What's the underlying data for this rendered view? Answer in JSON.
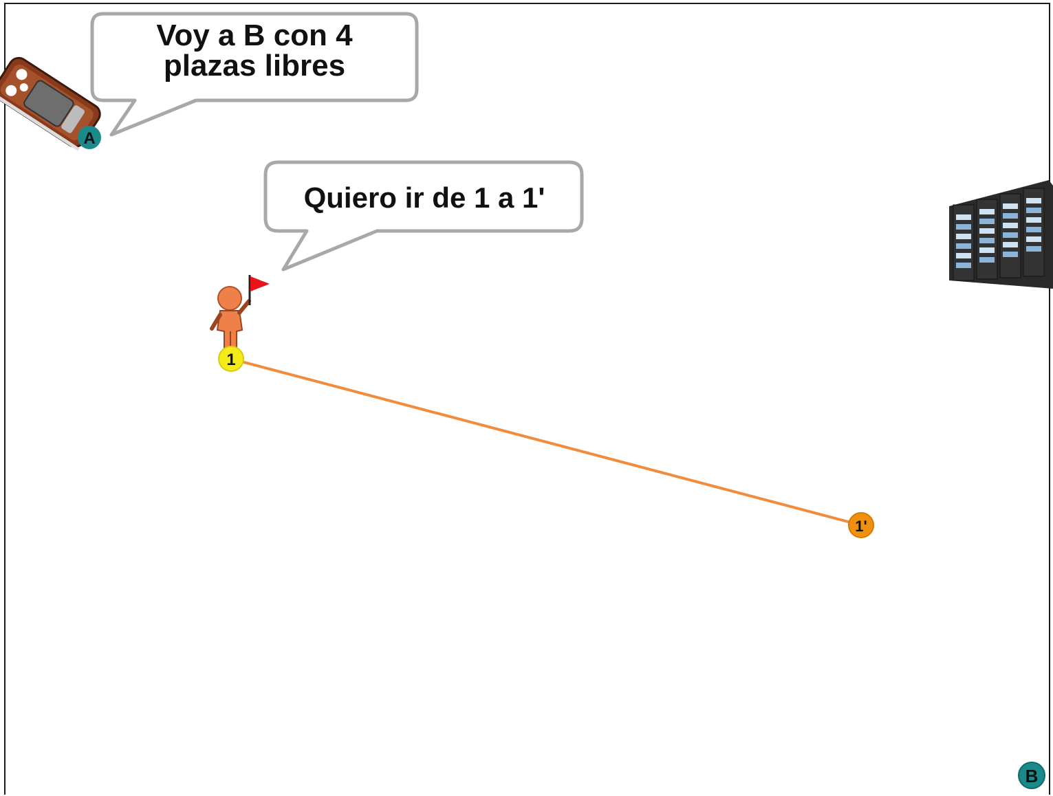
{
  "car_bubble": {
    "line1": "Voy a B con 4",
    "line2": "plazas libres"
  },
  "person_bubble": {
    "text": "Quiero ir de 1 a 1'"
  },
  "markers": {
    "a": "A",
    "b": "B",
    "origin": "1",
    "destination": "1'"
  },
  "colors": {
    "teal_marker": "#1b8a8a",
    "origin_marker": "#f5ea1a",
    "destination_marker": "#f0900f",
    "route_line": "#f08c3c",
    "person": "#f0804a",
    "flag": "#e8141a",
    "car_body": "#8a3a1c"
  },
  "icons": {
    "car": "car-icon",
    "person": "person-icon",
    "flag": "flag-icon",
    "servers": "server-rack-icon"
  }
}
